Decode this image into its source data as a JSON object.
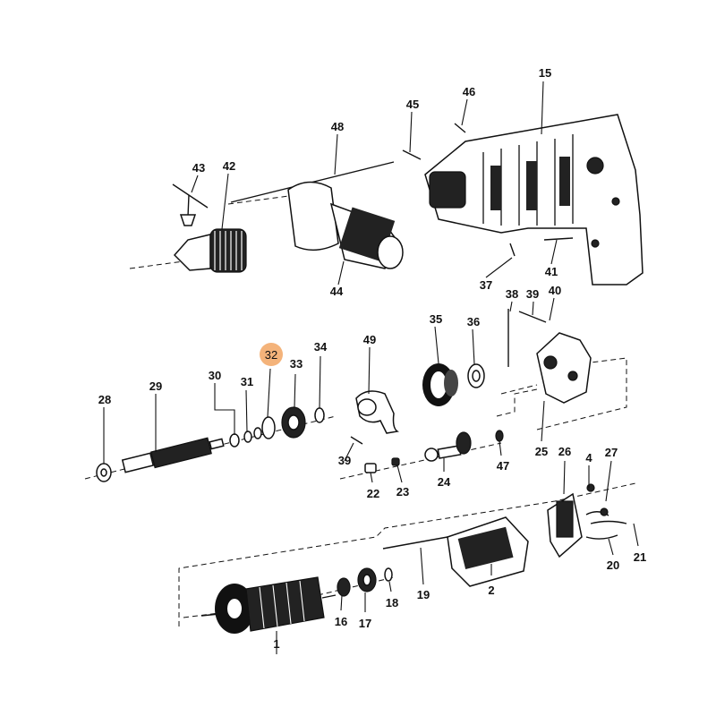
{
  "callouts": {
    "c1": "1",
    "c2": "2",
    "c4": "4",
    "c15": "15",
    "c16": "16",
    "c17": "17",
    "c18": "18",
    "c19": "19",
    "c20": "20",
    "c21": "21",
    "c22": "22",
    "c23": "23",
    "c24": "24",
    "c25": "25",
    "c26": "26",
    "c27": "27",
    "c28": "28",
    "c29": "29",
    "c30": "30",
    "c31": "31",
    "c32": "32",
    "c33": "33",
    "c34": "34",
    "c35": "35",
    "c36": "36",
    "c37": "37",
    "c38": "38",
    "c39a": "39",
    "c39b": "39",
    "c40": "40",
    "c41": "41",
    "c42": "42",
    "c43": "43",
    "c44": "44",
    "c45": "45",
    "c46": "46",
    "c47": "47",
    "c48": "48",
    "c49": "49"
  },
  "highlight": {
    "part": "32",
    "color": "#f4b37a"
  }
}
